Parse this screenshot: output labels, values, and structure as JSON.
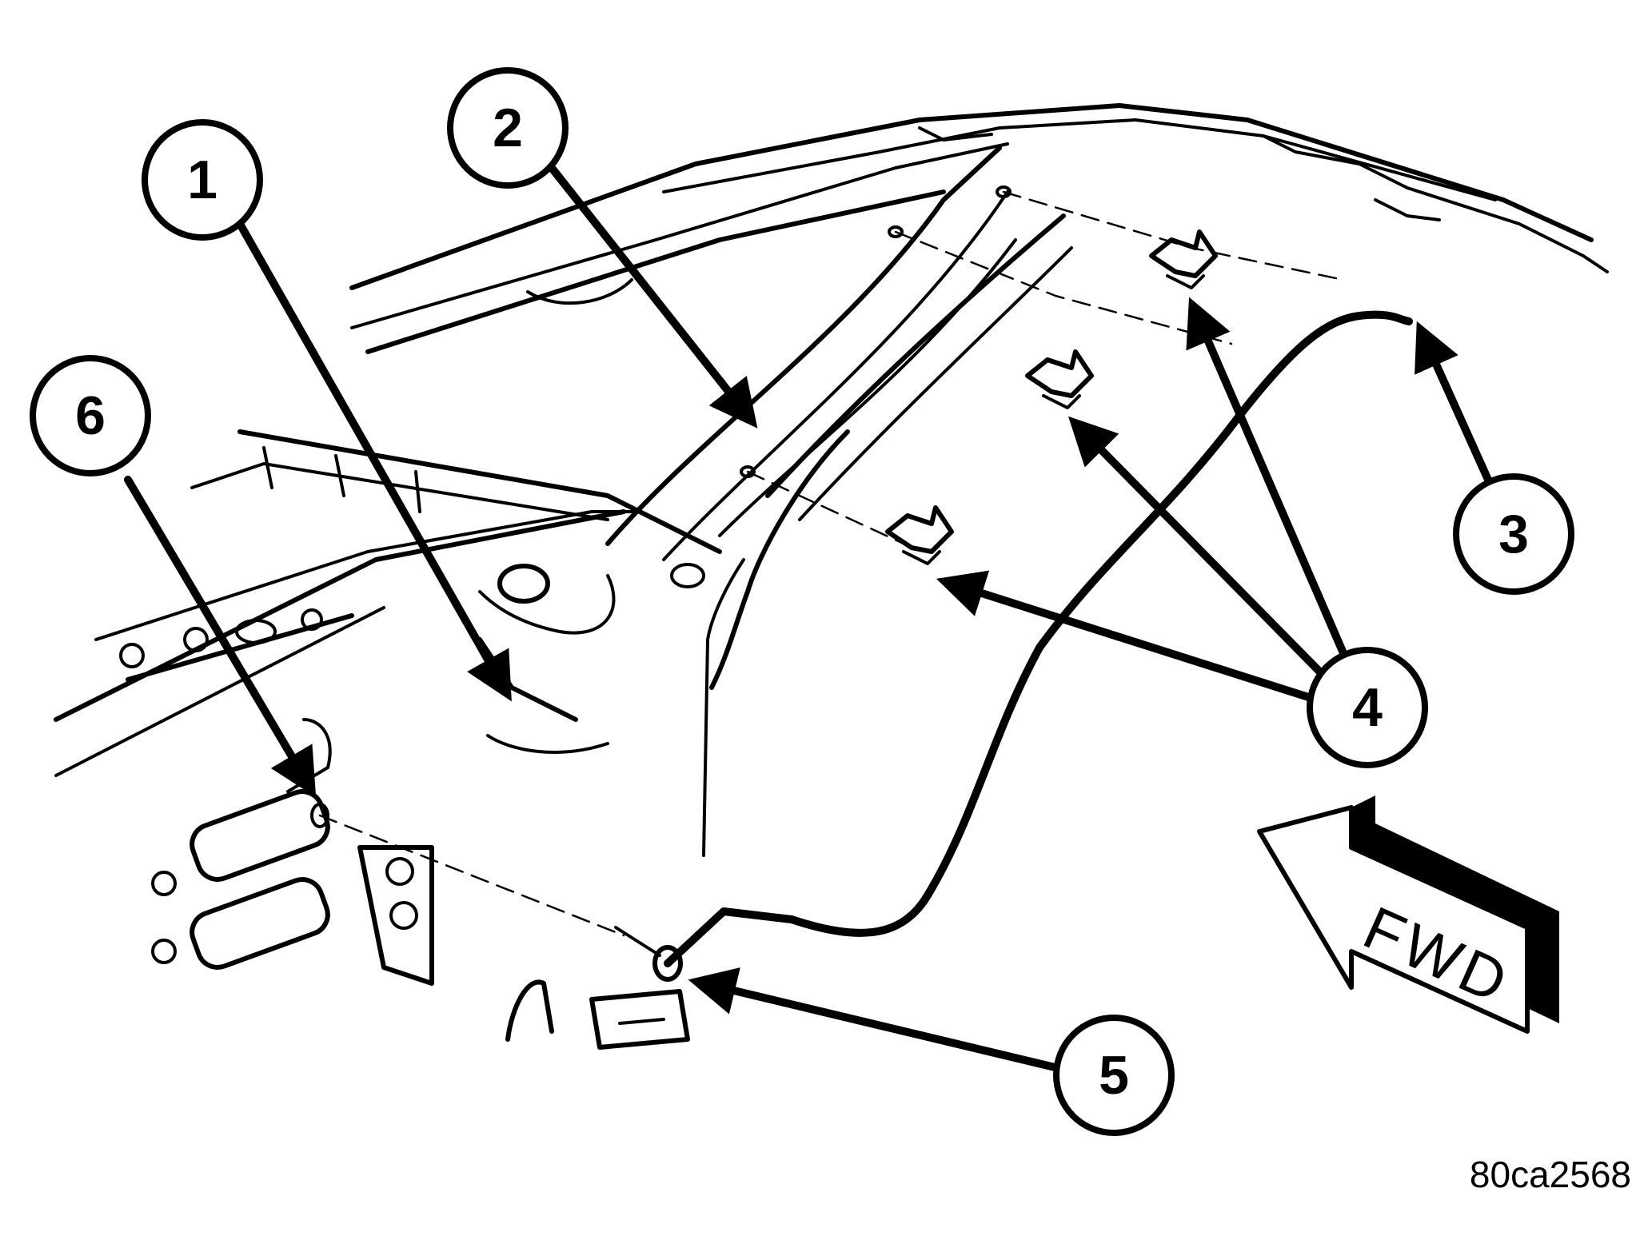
{
  "callouts": [
    {
      "id": "1",
      "label": "1"
    },
    {
      "id": "2",
      "label": "2"
    },
    {
      "id": "3",
      "label": "3"
    },
    {
      "id": "4",
      "label": "4"
    },
    {
      "id": "5",
      "label": "5"
    },
    {
      "id": "6",
      "label": "6"
    }
  ],
  "direction_label": "FWD",
  "figure_code": "80ca2568"
}
